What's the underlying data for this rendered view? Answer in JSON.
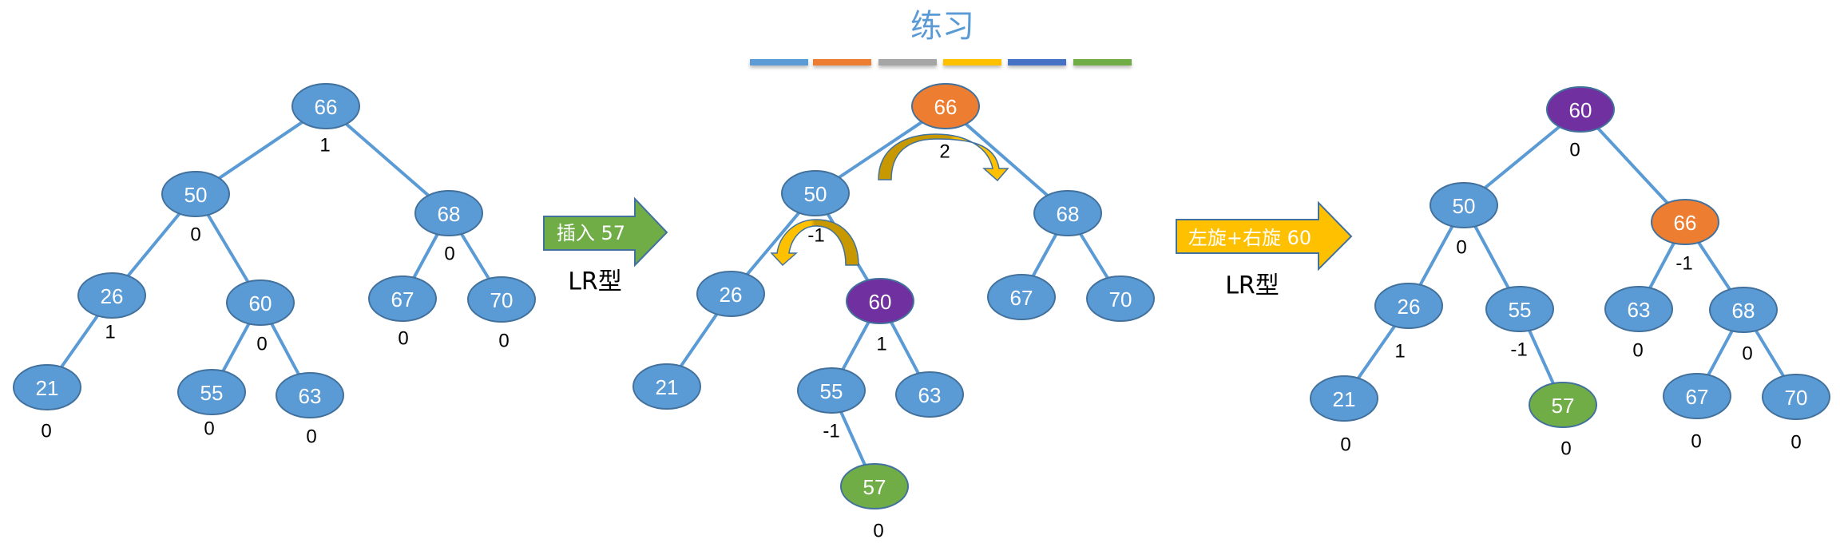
{
  "title": "练习",
  "title_color": "#5B9BD5",
  "color_bar": [
    "#5B9BD5",
    "#ED7D31",
    "#A5A5A5",
    "#FFC000",
    "#4472C4",
    "#70AD47"
  ],
  "colors": {
    "node_default": "#5B9BD5",
    "node_stroke": "#41719C",
    "unbalanced": "#ED7D31",
    "pivot": "#7030A0",
    "inserted": "#70AD47",
    "rotation_arrow": "#FFC000",
    "rotation_arrow_dark": "#C89800"
  },
  "steps": [
    {
      "arrow_label": "插入 57",
      "arrow_color": "#70AD47",
      "type_label": "LR型"
    },
    {
      "arrow_label": "左旋+右旋 60",
      "arrow_color": "#FFC000",
      "type_label": "LR型"
    }
  ],
  "trees": [
    {
      "name": "before-insert",
      "nodes": [
        {
          "id": "66",
          "label": "66",
          "bf": "1",
          "color": "default"
        },
        {
          "id": "50",
          "label": "50",
          "bf": "0",
          "color": "default",
          "parent": "66"
        },
        {
          "id": "68",
          "label": "68",
          "bf": "0",
          "color": "default",
          "parent": "66"
        },
        {
          "id": "26",
          "label": "26",
          "bf": "1",
          "color": "default",
          "parent": "50"
        },
        {
          "id": "60",
          "label": "60",
          "bf": "0",
          "color": "default",
          "parent": "50"
        },
        {
          "id": "67",
          "label": "67",
          "bf": "0",
          "color": "default",
          "parent": "68"
        },
        {
          "id": "70",
          "label": "70",
          "bf": "0",
          "color": "default",
          "parent": "68"
        },
        {
          "id": "21",
          "label": "21",
          "bf": "0",
          "color": "default",
          "parent": "26"
        },
        {
          "id": "55",
          "label": "55",
          "bf": "0",
          "color": "default",
          "parent": "60"
        },
        {
          "id": "63",
          "label": "63",
          "bf": "0",
          "color": "default",
          "parent": "60"
        }
      ]
    },
    {
      "name": "after-insert",
      "nodes": [
        {
          "id": "66",
          "label": "66",
          "bf": "2",
          "color": "unbalanced"
        },
        {
          "id": "50",
          "label": "50",
          "bf": "-1",
          "color": "default",
          "parent": "66"
        },
        {
          "id": "68",
          "label": "68",
          "bf": "",
          "color": "default",
          "parent": "66"
        },
        {
          "id": "26",
          "label": "26",
          "bf": "",
          "color": "default",
          "parent": "50"
        },
        {
          "id": "60",
          "label": "60",
          "bf": "1",
          "color": "pivot",
          "parent": "50"
        },
        {
          "id": "67",
          "label": "67",
          "bf": "",
          "color": "default",
          "parent": "68"
        },
        {
          "id": "70",
          "label": "70",
          "bf": "",
          "color": "default",
          "parent": "68"
        },
        {
          "id": "21",
          "label": "21",
          "bf": "",
          "color": "default",
          "parent": "26"
        },
        {
          "id": "55",
          "label": "55",
          "bf": "-1",
          "color": "default",
          "parent": "60"
        },
        {
          "id": "63",
          "label": "63",
          "bf": "",
          "color": "default",
          "parent": "60"
        },
        {
          "id": "57",
          "label": "57",
          "bf": "0",
          "color": "inserted",
          "parent": "55"
        }
      ],
      "rotations": [
        {
          "name": "right-rotation-arrow",
          "around": "66",
          "direction": "clockwise"
        },
        {
          "name": "left-rotation-arrow",
          "around": "50",
          "direction": "counter-clockwise"
        }
      ]
    },
    {
      "name": "after-rotation",
      "nodes": [
        {
          "id": "60",
          "label": "60",
          "bf": "0",
          "color": "pivot"
        },
        {
          "id": "50",
          "label": "50",
          "bf": "0",
          "color": "default",
          "parent": "60"
        },
        {
          "id": "66",
          "label": "66",
          "bf": "-1",
          "color": "unbalanced",
          "parent": "60"
        },
        {
          "id": "26",
          "label": "26",
          "bf": "1",
          "color": "default",
          "parent": "50"
        },
        {
          "id": "55",
          "label": "55",
          "bf": "-1",
          "color": "default",
          "parent": "50"
        },
        {
          "id": "63",
          "label": "63",
          "bf": "0",
          "color": "default",
          "parent": "66"
        },
        {
          "id": "68",
          "label": "68",
          "bf": "0",
          "color": "default",
          "parent": "66"
        },
        {
          "id": "21",
          "label": "21",
          "bf": "0",
          "color": "default",
          "parent": "26"
        },
        {
          "id": "57",
          "label": "57",
          "bf": "0",
          "color": "inserted",
          "parent": "55"
        },
        {
          "id": "67",
          "label": "67",
          "bf": "0",
          "color": "default",
          "parent": "68"
        },
        {
          "id": "70",
          "label": "70",
          "bf": "0",
          "color": "default",
          "parent": "68"
        }
      ]
    }
  ]
}
